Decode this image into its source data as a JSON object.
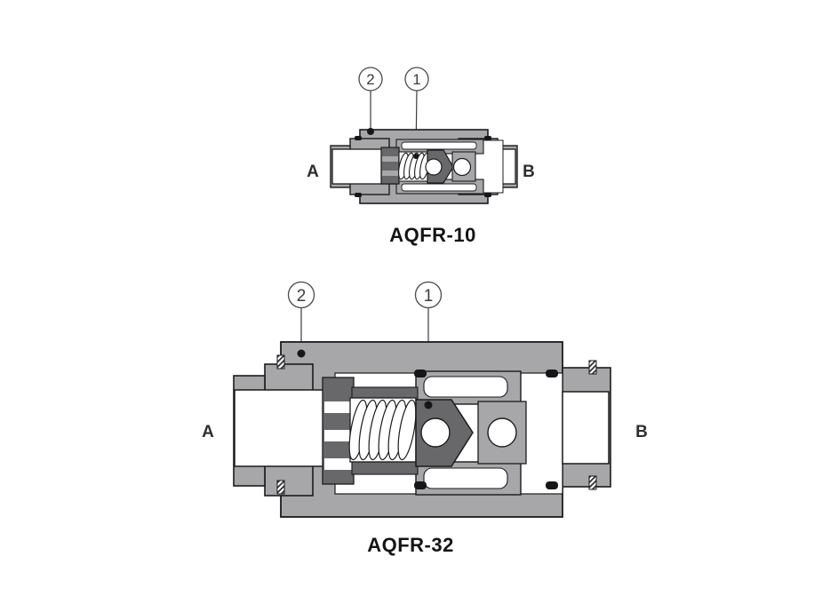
{
  "diagram": {
    "type": "hydraulic-valve-cross-sections",
    "colors": {
      "body_gray": "#a7a7a9",
      "dark_gray": "#68686b",
      "outline_black": "#1b1b1d",
      "passage_white": "#ffffff",
      "background": "#ffffff"
    },
    "valves": [
      {
        "model": "AQFR-10",
        "caption": "AQFR-10",
        "port_left": "A",
        "port_right": "B",
        "callouts": [
          {
            "label": "2"
          },
          {
            "label": "1"
          }
        ]
      },
      {
        "model": "AQFR-32",
        "caption": "AQFR-32",
        "port_left": "A",
        "port_right": "B",
        "callouts": [
          {
            "label": "2"
          },
          {
            "label": "1"
          }
        ]
      }
    ]
  }
}
